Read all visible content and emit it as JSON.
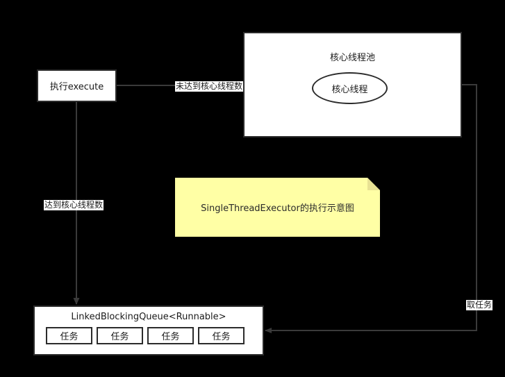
{
  "diagram": {
    "title": "SingleThreadExecutor execution flow",
    "background_color": "#000000",
    "node_fill": "#ffffff",
    "stroke_color": "#2b2b2b",
    "note_fill": "#ffffa5",
    "nodes": {
      "execute": {
        "label": "执行execute"
      },
      "core_pool": {
        "title": "核心线程池",
        "thread": {
          "label": "核心线程"
        }
      },
      "queue": {
        "title": "LinkedBlockingQueue<Runnable>",
        "tasks": [
          {
            "label": "任务"
          },
          {
            "label": "任务"
          },
          {
            "label": "任务"
          },
          {
            "label": "任务"
          }
        ]
      },
      "note": {
        "text": "SingleThreadExecutor的执行示意图"
      }
    },
    "edges": [
      {
        "id": "execute-to-core",
        "label": "未达到核心线程数",
        "from": "execute",
        "to": "core_thread"
      },
      {
        "id": "execute-to-queue",
        "label": "达到核心线程数",
        "from": "execute",
        "to": "queue"
      },
      {
        "id": "core-to-queue",
        "label": "取任务",
        "from": "core_pool",
        "to": "queue"
      }
    ]
  }
}
